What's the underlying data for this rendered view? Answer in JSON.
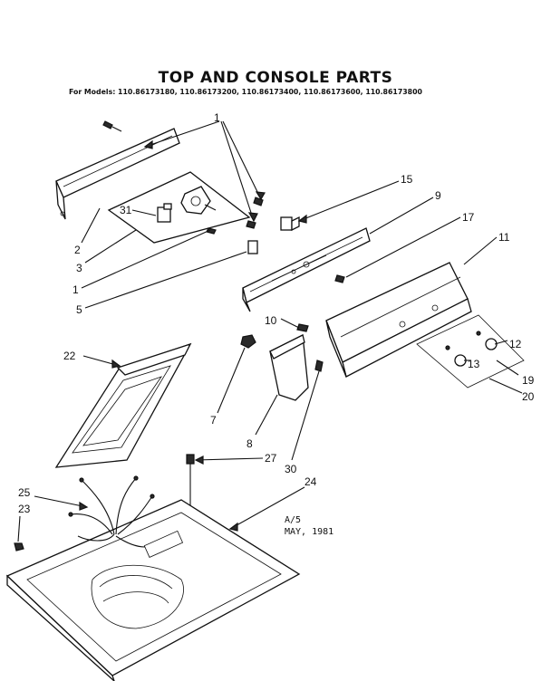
{
  "header": {
    "title": "TOP AND CONSOLE PARTS",
    "models": "For Models: 110.86173180, 110.86173200, 110.86173400, 110.86173600, 110.86173800"
  },
  "footer": {
    "revision": "A/5",
    "date": "MAY, 1981"
  },
  "callouts": {
    "c1a": "1",
    "c1b": "1",
    "c2": "2",
    "c3": "3",
    "c5": "5",
    "c7": "7",
    "c8": "8",
    "c9": "9",
    "c10": "10",
    "c11": "11",
    "c12": "12",
    "c13": "13",
    "c15": "15",
    "c17": "17",
    "c19": "19",
    "c20": "20",
    "c22": "22",
    "c23": "23",
    "c24": "24",
    "c25": "25",
    "c27": "27",
    "c30": "30",
    "c31": "31"
  }
}
